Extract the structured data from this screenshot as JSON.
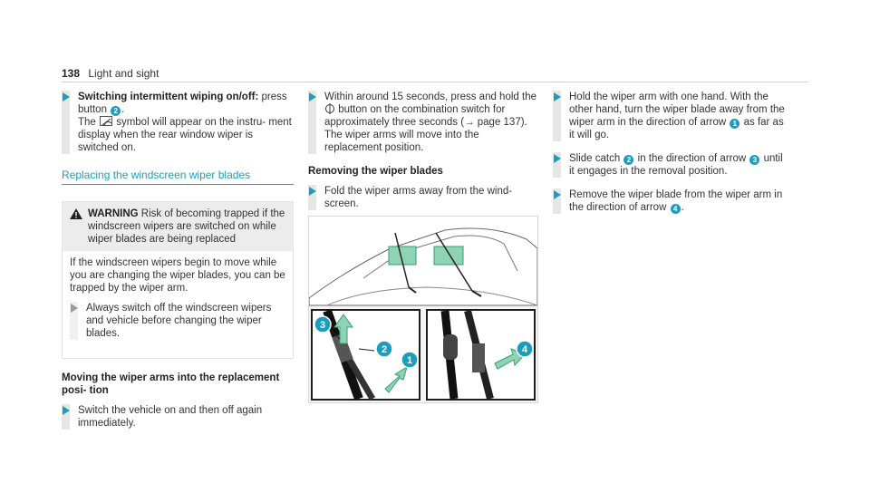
{
  "header": {
    "page_number": "138",
    "title": "Light and sight"
  },
  "col1": {
    "step1": {
      "title": "Switching intermittent wiping on/off:",
      "line1": " press button ",
      "badge": "2",
      "line2": ".",
      "line3a": "The ",
      "symbol_name": "rear-wiper-symbol",
      "line3b": " symbol will appear on the instru- ment display when the rear window wiper is switched on."
    },
    "section_title": "Replacing the windscreen wiper blades",
    "warning": {
      "label": "WARNING",
      "head_text": " Risk of becoming trapped if the windscreen wipers are switched on while wiper blades are being replaced",
      "body": "If the windscreen wipers begin to move while you are changing the wiper blades, you can be trapped by the wiper arm.",
      "step": "Always switch off the windscreen wipers and vehicle before changing the wiper blades."
    },
    "subhead": "Moving the wiper arms into the replacement posi- tion",
    "step2": "Switch the vehicle on and then off again immediately."
  },
  "col2": {
    "step1a": "Within around 15 seconds, press and hold the ",
    "button_icon": "wiper-button-icon",
    "step1b": " button on the combination switch for approximately three seconds (",
    "ref_arrow": "→",
    "step1c": " page 137). The wiper arms will move into the replacement position.",
    "subhead": "Removing the wiper blades",
    "step2": "Fold the wiper arms away from the wind- screen."
  },
  "col3": {
    "step1a": "Hold the wiper arm with one hand. With the other hand, turn the wiper blade away from the wiper arm in the direction of arrow ",
    "step1_badge": "1",
    "step1b": " as far as it will go.",
    "step2a": "Slide catch ",
    "step2_badge1": "2",
    "step2b": " in the direction of arrow ",
    "step2_badge2": "3",
    "step2c": " until it engages in the removal position.",
    "step3a": "Remove the wiper blade from the wiper arm in the direction of arrow ",
    "step3_badge": "4",
    "step3b": "."
  },
  "figure": {
    "callouts": [
      "3",
      "2",
      "1",
      "4"
    ],
    "accent": "#1b9ebd",
    "highlight": "#8fd3b4"
  }
}
